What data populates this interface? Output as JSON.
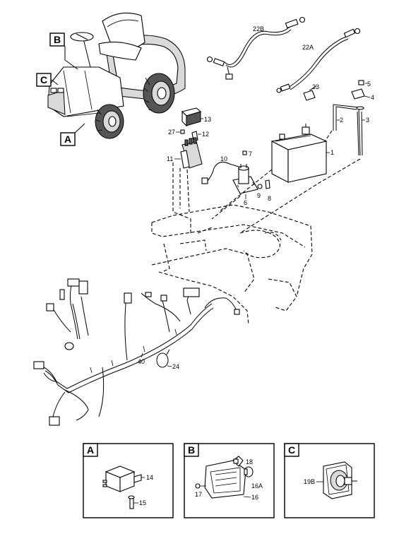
{
  "callouts": {
    "c1": "1",
    "c2": "2",
    "c3": "3",
    "c4": "4",
    "c5": "5",
    "c6": "6",
    "c7": "7",
    "c8": "8",
    "c9": "9",
    "c10": "10",
    "c11": "11",
    "c12": "12",
    "c13": "13",
    "c22A": "22A",
    "c22B": "22B",
    "c23": "23",
    "c24": "24",
    "c27": "27",
    "c40": "40"
  },
  "view_keys": {
    "A": "A",
    "B": "B",
    "C": "C"
  },
  "detail_A": {
    "key": "A",
    "c14": "14",
    "c15": "15"
  },
  "detail_B": {
    "key": "B",
    "c16": "16",
    "c16A": "16A",
    "c17": "17",
    "c18": "18"
  },
  "detail_C": {
    "key": "C",
    "c19B": "19B"
  }
}
